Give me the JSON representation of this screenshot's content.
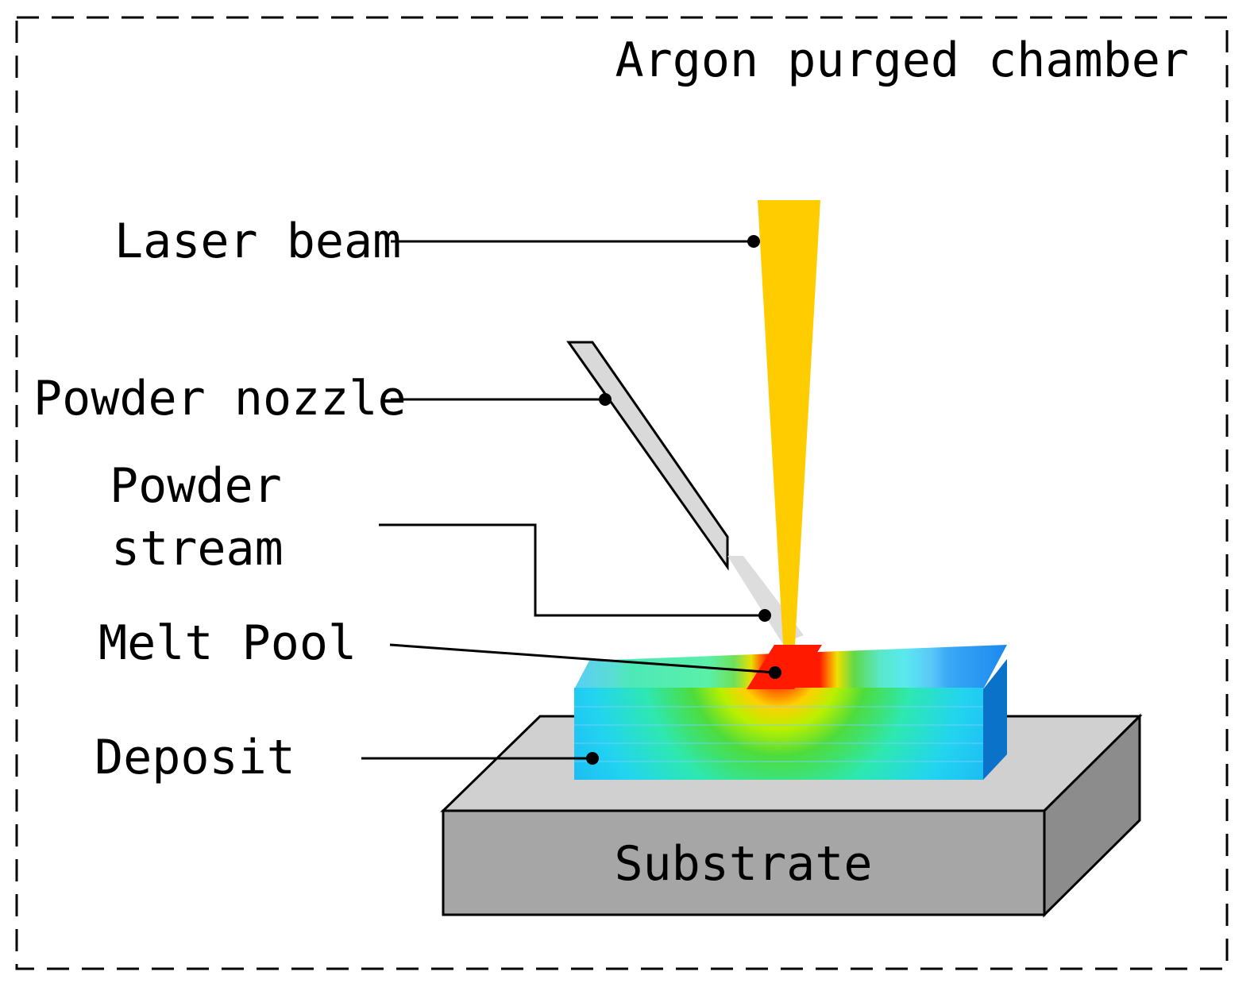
{
  "chamber_label": "Argon purged chamber",
  "labels": {
    "laser_beam": "Laser beam",
    "powder_nozzle": "Powder nozzle",
    "powder_stream_line1": "Powder",
    "powder_stream_line2": "stream",
    "melt_pool": "Melt Pool",
    "deposit": "Deposit",
    "substrate": "Substrate"
  },
  "colors": {
    "laser_beam": "#FFCC00",
    "nozzle": "#D9D9D9",
    "substrate_top": "#D0D0D0",
    "substrate_front": "#A6A6A6",
    "substrate_side": "#8C8C8C",
    "deposit_base": "#1E90FF",
    "melt_pool": "#FF1A00"
  }
}
